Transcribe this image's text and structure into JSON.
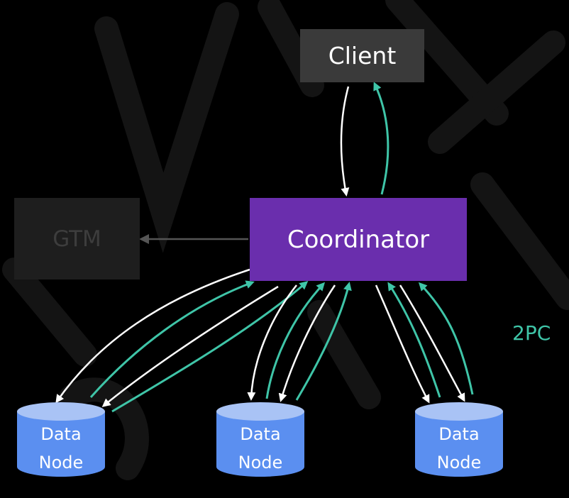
{
  "nodes": {
    "client": "Client",
    "gtm": "GTM",
    "coordinator": "Coordinator",
    "data_node_line1": "Data",
    "data_node_line2": "Node"
  },
  "annotation": "2PC",
  "colors": {
    "background": "#000000",
    "client_box": "#3a3a3a",
    "gtm_box": "#1e1e1e",
    "coordinator_box": "#6a2ead",
    "data_node": "#5b8ff0",
    "data_node_top": "#a9c3f5",
    "arrow_request": "#ffffff",
    "arrow_response": "#3fc5a8",
    "arrow_gtm": "#555555"
  }
}
